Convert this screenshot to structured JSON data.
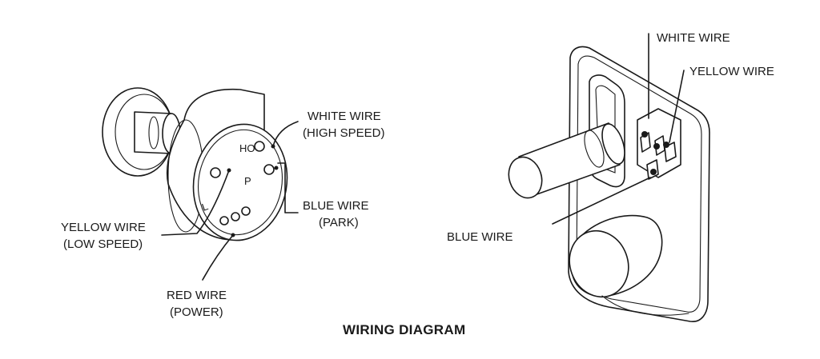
{
  "diagram": {
    "title": "WIRING DIAGRAM",
    "left_switch": {
      "pin_labels": {
        "high": "HO",
        "park": "P",
        "low": "L"
      },
      "labels": {
        "white_wire": [
          "WHITE WIRE",
          "(HIGH SPEED)"
        ],
        "blue_wire": [
          "BLUE WIRE",
          "(PARK)"
        ],
        "yellow_wire": [
          "YELLOW WIRE",
          "(LOW SPEED)"
        ],
        "red_wire": [
          "RED WIRE",
          "(POWER)"
        ]
      }
    },
    "right_switch": {
      "labels": {
        "white_wire": "WHITE WIRE",
        "yellow_wire": "YELLOW WIRE",
        "blue_wire": "BLUE WIRE"
      }
    }
  }
}
